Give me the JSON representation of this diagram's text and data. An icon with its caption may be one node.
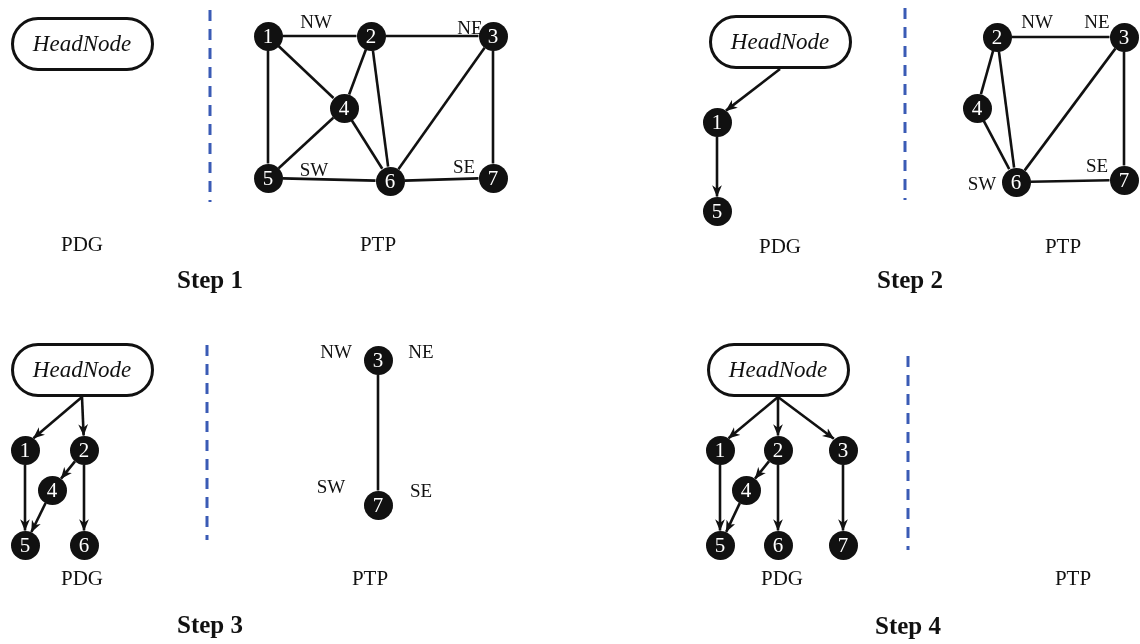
{
  "diagram": {
    "nodes": [
      {
        "text": [
          "HeadNode"
        ]
      },
      {
        "text": [
          "1"
        ]
      },
      {
        "text": [
          "2"
        ]
      },
      {
        "text": [
          "3"
        ]
      },
      {
        "text": [
          "4"
        ]
      },
      {
        "text": [
          "5"
        ]
      },
      {
        "text": [
          "6"
        ]
      },
      {
        "text": [
          "7"
        ]
      },
      {
        "text": [
          "HeadNode"
        ]
      },
      {
        "text": [
          "1"
        ]
      },
      {
        "text": [
          "5"
        ]
      },
      {
        "text": [
          "2"
        ]
      },
      {
        "text": [
          "3"
        ]
      },
      {
        "text": [
          "4"
        ]
      },
      {
        "text": [
          "6"
        ]
      },
      {
        "text": [
          "7"
        ]
      },
      {
        "text": [
          "HeadNode"
        ]
      },
      {
        "text": [
          "1"
        ]
      },
      {
        "text": [
          "2"
        ]
      },
      {
        "text": [
          "4"
        ]
      },
      {
        "text": [
          "5"
        ]
      },
      {
        "text": [
          "6"
        ]
      },
      {
        "text": [
          "3"
        ]
      },
      {
        "text": [
          "7"
        ]
      },
      {
        "text": [
          "HeadNode"
        ]
      },
      {
        "text": [
          "1"
        ]
      },
      {
        "text": [
          "2"
        ]
      },
      {
        "text": [
          "3"
        ]
      },
      {
        "text": [
          "4"
        ]
      },
      {
        "text": [
          "5"
        ]
      },
      {
        "text": [
          "6"
        ]
      },
      {
        "text": [
          "7"
        ]
      }
    ],
    "edges": [
      {
        "from": 1,
        "to": 2,
        "arrow": "none"
      },
      {
        "from": 2,
        "to": 3,
        "arrow": "none"
      },
      {
        "from": 1,
        "to": 4,
        "arrow": "none"
      },
      {
        "from": 1,
        "to": 5,
        "arrow": "none"
      },
      {
        "from": 2,
        "to": 4,
        "arrow": "none"
      },
      {
        "from": 2,
        "to": 6,
        "arrow": "none"
      },
      {
        "from": 3,
        "to": 6,
        "arrow": "none"
      },
      {
        "from": 3,
        "to": 7,
        "arrow": "none"
      },
      {
        "from": 4,
        "to": 5,
        "arrow": "none"
      },
      {
        "from": 4,
        "to": 6,
        "arrow": "none"
      },
      {
        "from": 5,
        "to": 6,
        "arrow": "none"
      },
      {
        "from": 6,
        "to": 7,
        "arrow": "none"
      },
      {
        "from": 8,
        "to": 9,
        "arrow": "to"
      },
      {
        "from": 9,
        "to": 10,
        "arrow": "to"
      },
      {
        "from": 11,
        "to": 12,
        "arrow": "none"
      },
      {
        "from": 11,
        "to": 13,
        "arrow": "none"
      },
      {
        "from": 11,
        "to": 14,
        "arrow": "none"
      },
      {
        "from": 12,
        "to": 14,
        "arrow": "none"
      },
      {
        "from": 12,
        "to": 15,
        "arrow": "none"
      },
      {
        "from": 13,
        "to": 14,
        "arrow": "none"
      },
      {
        "from": 14,
        "to": 15,
        "arrow": "none"
      },
      {
        "from": 16,
        "to": 17,
        "arrow": "to"
      },
      {
        "from": 16,
        "to": 18,
        "arrow": "to"
      },
      {
        "from": 18,
        "to": 19,
        "arrow": "to"
      },
      {
        "from": 17,
        "to": 20,
        "arrow": "to"
      },
      {
        "from": 19,
        "to": 20,
        "arrow": "to"
      },
      {
        "from": 18,
        "to": 21,
        "arrow": "to"
      },
      {
        "from": 22,
        "to": 23,
        "arrow": "none"
      },
      {
        "from": 24,
        "to": 25,
        "arrow": "to"
      },
      {
        "from": 24,
        "to": 26,
        "arrow": "to"
      },
      {
        "from": 24,
        "to": 27,
        "arrow": "to"
      },
      {
        "from": 26,
        "to": 28,
        "arrow": "to"
      },
      {
        "from": 25,
        "to": 29,
        "arrow": "to"
      },
      {
        "from": 28,
        "to": 29,
        "arrow": "to"
      },
      {
        "from": 26,
        "to": 30,
        "arrow": "to"
      },
      {
        "from": 27,
        "to": 31,
        "arrow": "to"
      }
    ],
    "labels": [
      "NW",
      "NE",
      "SW",
      "SE",
      "PDG",
      "PTP",
      "Step 1",
      "NW",
      "NE",
      "SW",
      "SE",
      "PDG",
      "PTP",
      "Step 2",
      "NW",
      "NE",
      "SW",
      "SE",
      "PDG",
      "PTP",
      "Step 3",
      "PDG",
      "PTP",
      "Step 4"
    ]
  }
}
